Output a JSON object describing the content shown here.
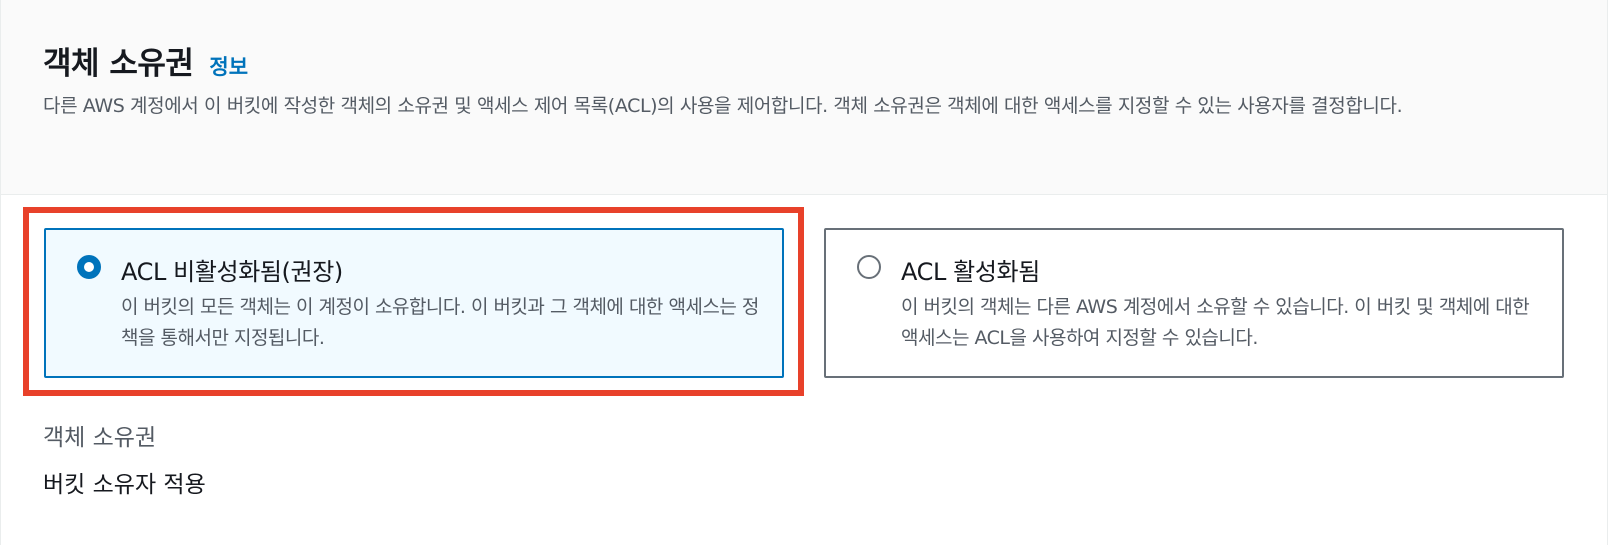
{
  "section": {
    "title": "객체 소유권",
    "info_link": "정보",
    "description": "다른 AWS 계정에서 이 버킷에 작성한 객체의 소유권 및 액세스 제어 목록(ACL)의 사용을 제어합니다. 객체 소유권은 객체에 대한 액세스를 지정할 수 있는 사용자를 결정합니다."
  },
  "options": [
    {
      "label": "ACL 비활성화됨(권장)",
      "description": "이 버킷의 모든 객체는 이 계정이 소유합니다. 이 버킷과 그 객체에 대한 액세스는 정책을 통해서만 지정됩니다.",
      "selected": true
    },
    {
      "label": "ACL 활성화됨",
      "description": "이 버킷의 객체는 다른 AWS 계정에서 소유할 수 있습니다. 이 버킷 및 객체에 대한 액세스는 ACL을 사용하여 지정할 수 있습니다.",
      "selected": false
    }
  ],
  "ownership": {
    "label": "객체 소유권",
    "value": "버킷 소유자 적용"
  },
  "colors": {
    "accent": "#0073bb",
    "highlight": "#e8412a"
  }
}
